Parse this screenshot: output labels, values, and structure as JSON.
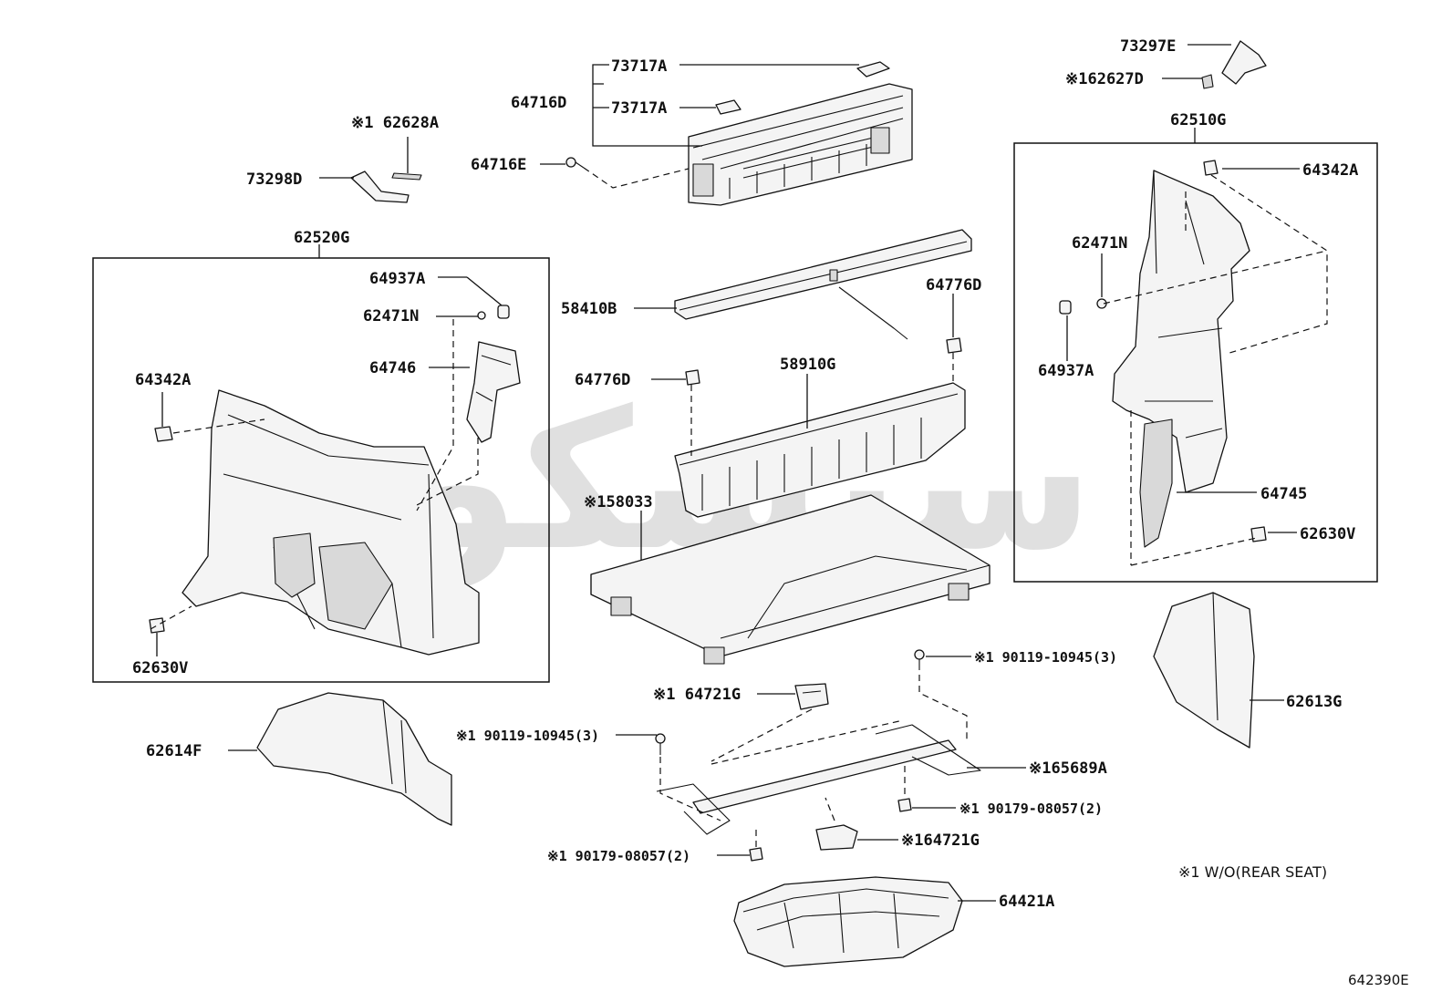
{
  "diagram_code": "642390E",
  "footnote": "※1  W/O(REAR SEAT)",
  "watermark": "ﺳﻴﺴﻜﻮ",
  "groups": {
    "left_group": "62520G",
    "right_group": "62510G"
  },
  "labels": {
    "p73717A_top": "73717A",
    "p73717A_mid": "73717A",
    "p64716D": "64716D",
    "p64716E": "64716E",
    "p62628A": "※1 62628A",
    "p73298D": "73298D",
    "p73297E": "73297E",
    "p62627D": "※162627D",
    "p64342A_right": "64342A",
    "p62471N_right": "62471N",
    "p64937A_right": "64937A",
    "p64745": "64745",
    "p62630V_right": "62630V",
    "p64937A_left": "64937A",
    "p62471N_left": "62471N",
    "p64746": "64746",
    "p64342A_left": "64342A",
    "p62630V_left": "62630V",
    "p58410B": "58410B",
    "p64776D_right": "64776D",
    "p64776D_left": "64776D",
    "p58910G": "58910G",
    "p58033": "※158033",
    "p62614F": "62614F",
    "p62613G": "62613G",
    "p64721G_top": "※1 64721G",
    "p90119_right": "※1 90119-10945(3)",
    "p90119_left": "※1 90119-10945(3)",
    "p65689A": "※165689A",
    "p90179_right": "※1 90179-08057(2)",
    "p90179_left": "※1 90179-08057(2)",
    "p64721G_bot": "※164721G",
    "p64421A": "64421A"
  }
}
